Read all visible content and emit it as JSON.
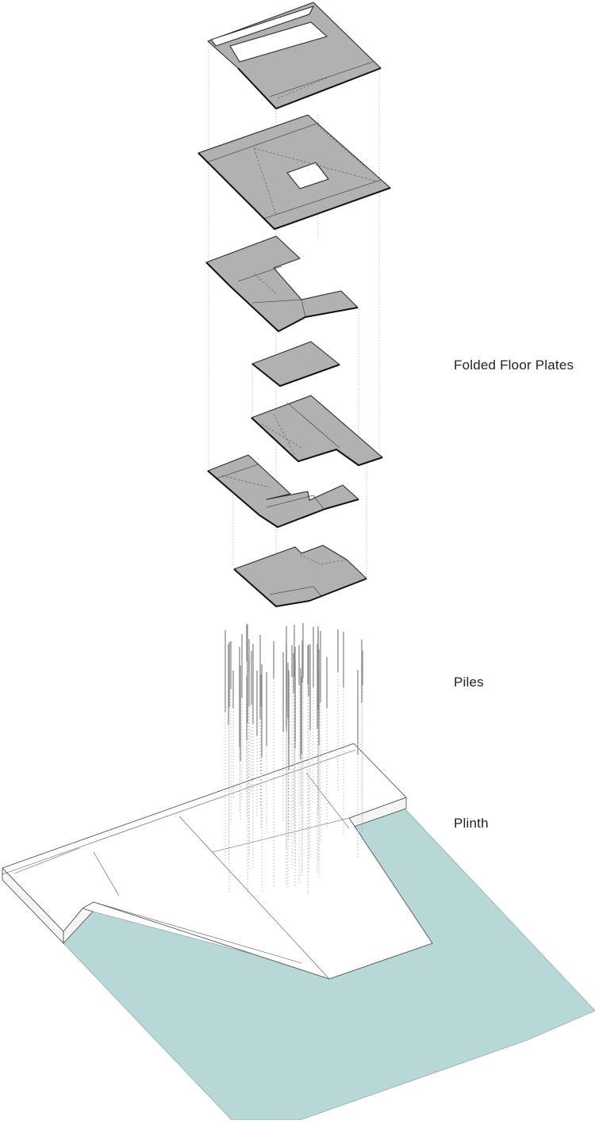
{
  "labels": {
    "floor_plates": "Folded Floor Plates",
    "piles": "Piles",
    "plinth": "Plinth"
  },
  "colors": {
    "plate_fill": "#b1b1b1",
    "water_fill": "#b8d8d8",
    "plinth_fill": "#ffffff",
    "line": "#2a2a2a"
  }
}
